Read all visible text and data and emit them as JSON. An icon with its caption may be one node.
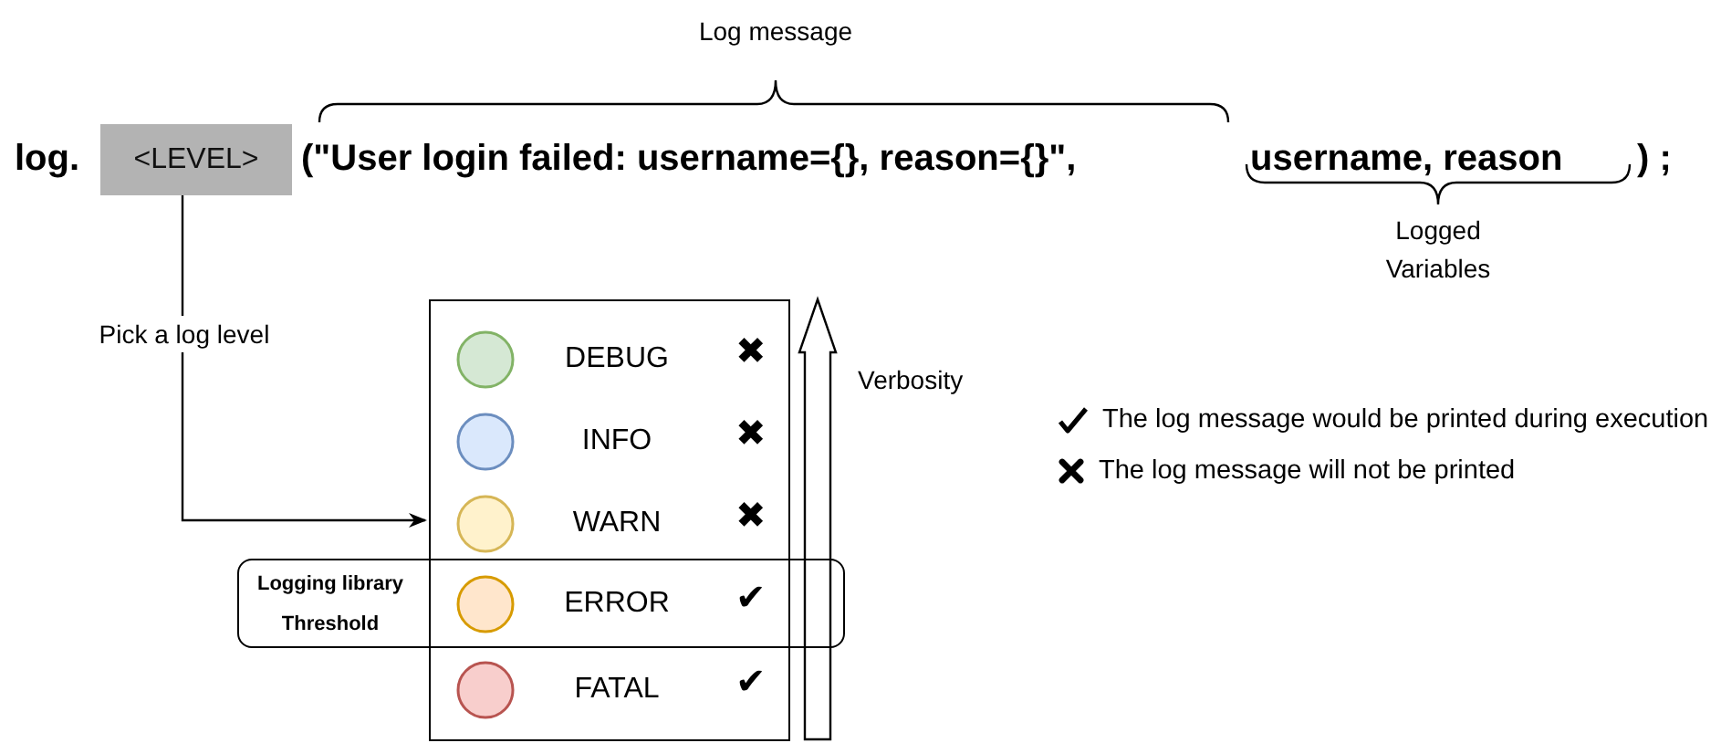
{
  "diagram": {
    "nodes": [
      {
        "text": [
          "<LEVEL>"
        ],
        "beside": [
          "log."
        ]
      },
      {
        "text": [],
        "shape": "box"
      },
      {
        "text": [
          "DEBUG"
        ],
        "in": 1
      },
      {
        "text": [
          "INFO"
        ],
        "in": 1
      },
      {
        "text": [
          "WARN"
        ],
        "in": 1
      },
      {
        "text": [
          "ERROR"
        ]
      },
      {
        "text": [
          "FATAL"
        ],
        "in": 1
      },
      {
        "text": [
          "Logging library Threshold"
        ]
      }
    ],
    "edges": [
      {
        "from": 0,
        "to": 1,
        "arrow": "to",
        "label": "Pick a log level"
      }
    ],
    "labels": [
      "Log message",
      "(\"User login failed: username={}, reason={}\",",
      "username, reason",
      ") ;",
      "Logged Variables",
      "Verbosity",
      "✖",
      "✖",
      "✖",
      "✔",
      "✔"
    ],
    "legend": [
      {
        "text": "The log message would be printed during execution"
      },
      {
        "text": "The log message will not be printed"
      }
    ]
  }
}
